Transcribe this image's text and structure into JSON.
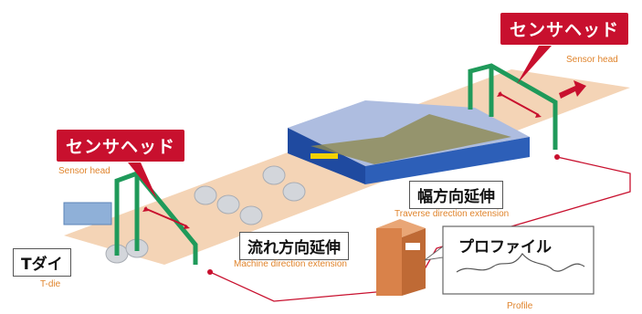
{
  "labels": {
    "sensor_head_jp": "センサヘッド",
    "sensor_head_en": "Sensor head",
    "tdie_jp": "Tダイ",
    "tdie_en": "T-die",
    "machine_dir_jp": "流れ方向延伸",
    "machine_dir_en": "Machine direction extension",
    "traverse_dir_jp": "幅方向延伸",
    "traverse_dir_en": "Traverse direction extension",
    "profile_jp": "プロファイル",
    "profile_en": "Profile"
  },
  "colors": {
    "callout_red": "#c8102e",
    "english_label": "#e0842c",
    "film": "#f3cfae",
    "frame_green": "#1f9a5a",
    "oven_blue": "#1f4aa0",
    "unit_orange": "#d9824a",
    "cable_red": "#c8102e"
  }
}
